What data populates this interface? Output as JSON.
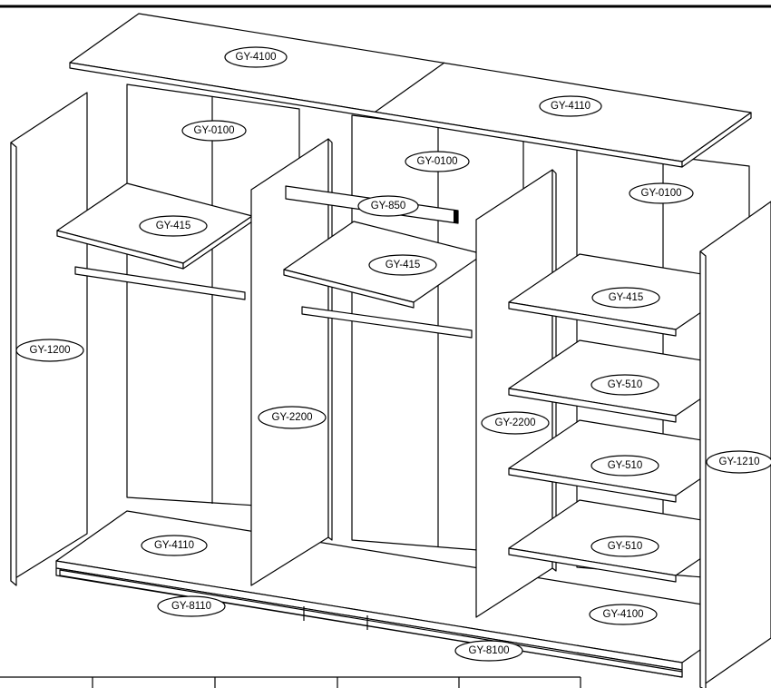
{
  "labels": {
    "top_left": "GY-4100",
    "top_right": "GY-4110",
    "back_left": "GY-0100",
    "back_middle": "GY-0100",
    "back_right": "GY-0100",
    "rail_bar": "GY-850",
    "shelf_left": "GY-415",
    "shelf_middle": "GY-415",
    "shelf_right": "GY-415",
    "shelf_510_a": "GY-510",
    "shelf_510_b": "GY-510",
    "shelf_510_c": "GY-510",
    "side_left": "GY-1200",
    "divider_left": "GY-2200",
    "divider_right": "GY-2200",
    "side_right": "GY-1210",
    "bottom_left": "GY-4110",
    "bottom_right": "GY-4100",
    "plinth_left": "GY-8110",
    "plinth_right": "GY-8100"
  }
}
